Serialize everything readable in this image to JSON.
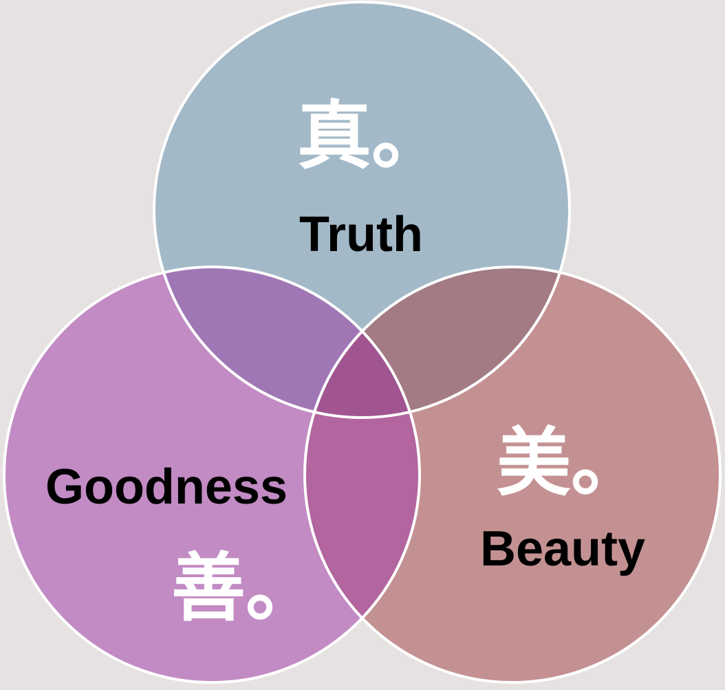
{
  "diagram": {
    "type": "venn",
    "sets": [
      {
        "id": "truth",
        "kanji": "真。",
        "label": "Truth",
        "color": "#a3b9c8"
      },
      {
        "id": "goodness",
        "kanji": "善。",
        "label": "Goodness",
        "color": "#c28bc4"
      },
      {
        "id": "beauty",
        "kanji": "美。",
        "label": "Beauty",
        "color": "#c49193"
      }
    ],
    "overlap_colors": {
      "truth_goodness": "#a077b5",
      "truth_beauty": "#a27b84",
      "goodness_beauty": "#b2659f",
      "all": "#a05590"
    },
    "background": "#e6e2e1"
  }
}
